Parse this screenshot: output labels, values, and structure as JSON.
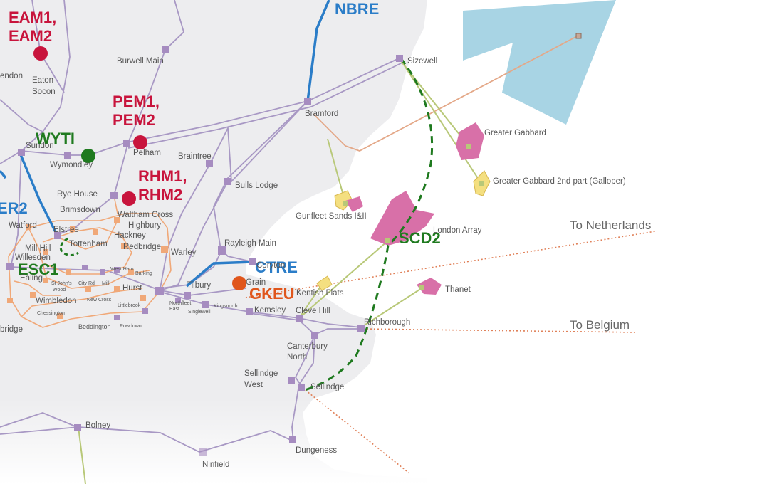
{
  "colors": {
    "land": "#ededef",
    "sea": "#ffffff",
    "substation": "#a68cc0",
    "circuit": "#a898c4",
    "london_network": "#f0a878",
    "new_link_blue": "#2b7dc8",
    "new_link_green": "#1f7a1f",
    "project_red": "#c8143c",
    "project_orange": "#e0561c",
    "windfarm_pink": "#d870a8",
    "windfarm_yellow": "#f4df80",
    "zone_blue": "#a8d4e4",
    "export_cable": "#b8c878",
    "interconnector": "#e08058"
  },
  "projects": {
    "eam": "EAM1,",
    "eam2": "EAM2",
    "pem": "PEM1,",
    "pem2": "PEM2",
    "rhm": "RHM1,",
    "rhm2": "RHM2",
    "wyti": "WYTI",
    "esc1": "ESC1",
    "scd2": "SCD2",
    "nbre": "NBRE",
    "er2": "ER2",
    "ctre": "CTRE",
    "gkeu": "GKEU"
  },
  "connectors": {
    "netherlands": "To Netherlands",
    "belgium": "To Belgium"
  },
  "places": {
    "endon": "endon",
    "eaton": "Eaton",
    "socon": "Socon",
    "burwell": "Burwell Main",
    "sizewell": "Sizewell",
    "bramford": "Bramford",
    "pelham": "Pelham",
    "braintree": "Braintree",
    "sundon": "Sundon",
    "wymondley": "Wymondley",
    "rye_house": "Rye House",
    "brimsdown": "Brimsdown",
    "waltham": "Waltham Cross",
    "bulls_lodge": "Bulls Lodge",
    "watford": "Watford",
    "elstree": "Elstree",
    "highbury": "Highbury",
    "hackney": "Hackney",
    "tottenham": "Tottenham",
    "redbridge": "Redbridge",
    "mill_hill": "Mill Hill",
    "willesden": "Willesden",
    "ealing": "Ealing",
    "warley": "Warley",
    "rayleigh": "Rayleigh Main",
    "coryton": "Coryton",
    "tilbury": "Tilbury",
    "grain": "Grain",
    "greater_gabbard": "Greater Gabbard",
    "galloper": "Greater Gabbard 2nd part (Galloper)",
    "gunfleet": "Gunfleet Sands I&II",
    "london_array": "London Array",
    "kentish": "Kentish Flats",
    "thanet": "Thanet",
    "cleve_hill": "Cleve Hill",
    "kemsley": "Kemsley",
    "richborough": "Richborough",
    "canterbury": "Canterbury",
    "north": "North",
    "sellindge_west": "Sellindge",
    "west": "West",
    "sellindge": "Sellindge",
    "wimbledon": "Wimbledon",
    "beddington": "Beddington",
    "rowdown": "Rowdown",
    "chessington": "Chessington",
    "bolney": "Bolney",
    "dungeness": "Dungeness",
    "ninfield": "Ninfield",
    "bridge": "bridge",
    "hurst": "Hurst",
    "kingsnorth": "Kingsnorth",
    "singlewell": "Singlewell",
    "northfleet": "Northfleet",
    "east": "East",
    "littlebrook": "Littlebrook",
    "new_cross": "New Cross",
    "st_johns": "St John's",
    "wood": "Wood",
    "city_rd": "City Rd",
    "mill": "Mill",
    "west_ham": "West Ham",
    "barking": "Barking"
  }
}
